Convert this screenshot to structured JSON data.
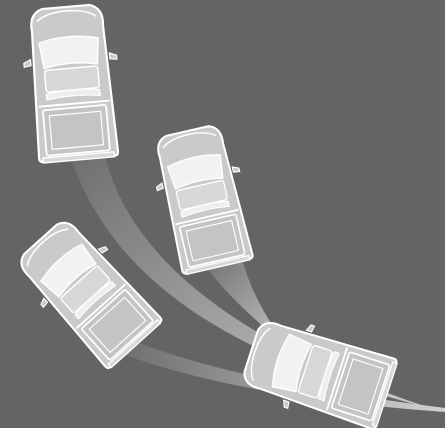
{
  "diagram": {
    "background_color": "#636466",
    "track_color": "#c4c5c7",
    "truck_body_color": "#c9cacc",
    "truck_outline_color": "#ffffff",
    "truck_window_color": "#f2f2f2",
    "trucks": [
      {
        "id": "top-left-truck"
      },
      {
        "id": "middle-truck"
      },
      {
        "id": "bottom-left-truck"
      },
      {
        "id": "bottom-right-truck"
      }
    ],
    "tracks": [
      {
        "id": "left-track"
      },
      {
        "id": "middle-track"
      },
      {
        "id": "bottom-track"
      }
    ]
  }
}
